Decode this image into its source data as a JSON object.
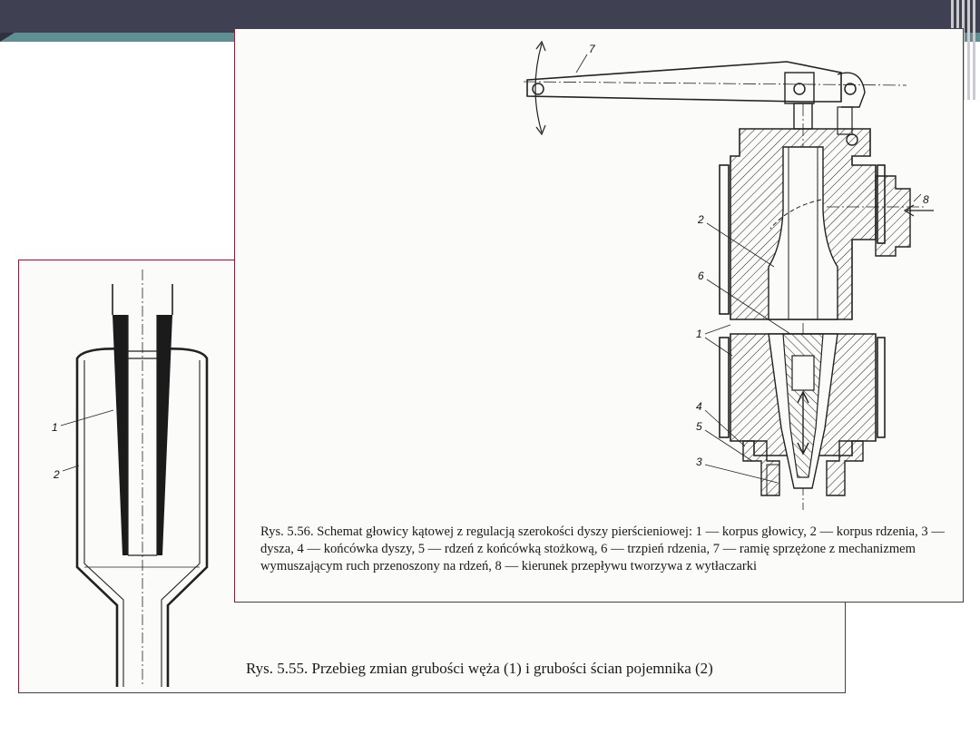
{
  "slide": {
    "bar_color": "#3f4152",
    "accent_color": "#5e8f92",
    "frame_color": "#8a1f3a"
  },
  "figure_55": {
    "labels": {
      "l1": "1",
      "l2": "2"
    },
    "caption": "Rys. 5.55. Przebieg zmian grubości węża (1) i grubości ścian pojemnika (2)"
  },
  "figure_56": {
    "labels": {
      "l1": "1",
      "l2": "2",
      "l3": "3",
      "l4": "4",
      "l5": "5",
      "l6": "6",
      "l7": "7",
      "l8": "8"
    },
    "caption": "Rys. 5.56. Schemat głowicy kątowej z regulacją szerokości dyszy pierścieniowej: 1 — korpus głowicy, 2 — korpus rdzenia, 3 — dysza, 4 — końcówka dyszy, 5 — rdzeń z końcówką stożkową, 6 — trzpień rdzenia, 7 — ramię sprzężone z mechanizmem wymuszającym ruch przenoszony na rdzeń, 8 — kierunek przepływu tworzywa z wytłaczarki"
  }
}
